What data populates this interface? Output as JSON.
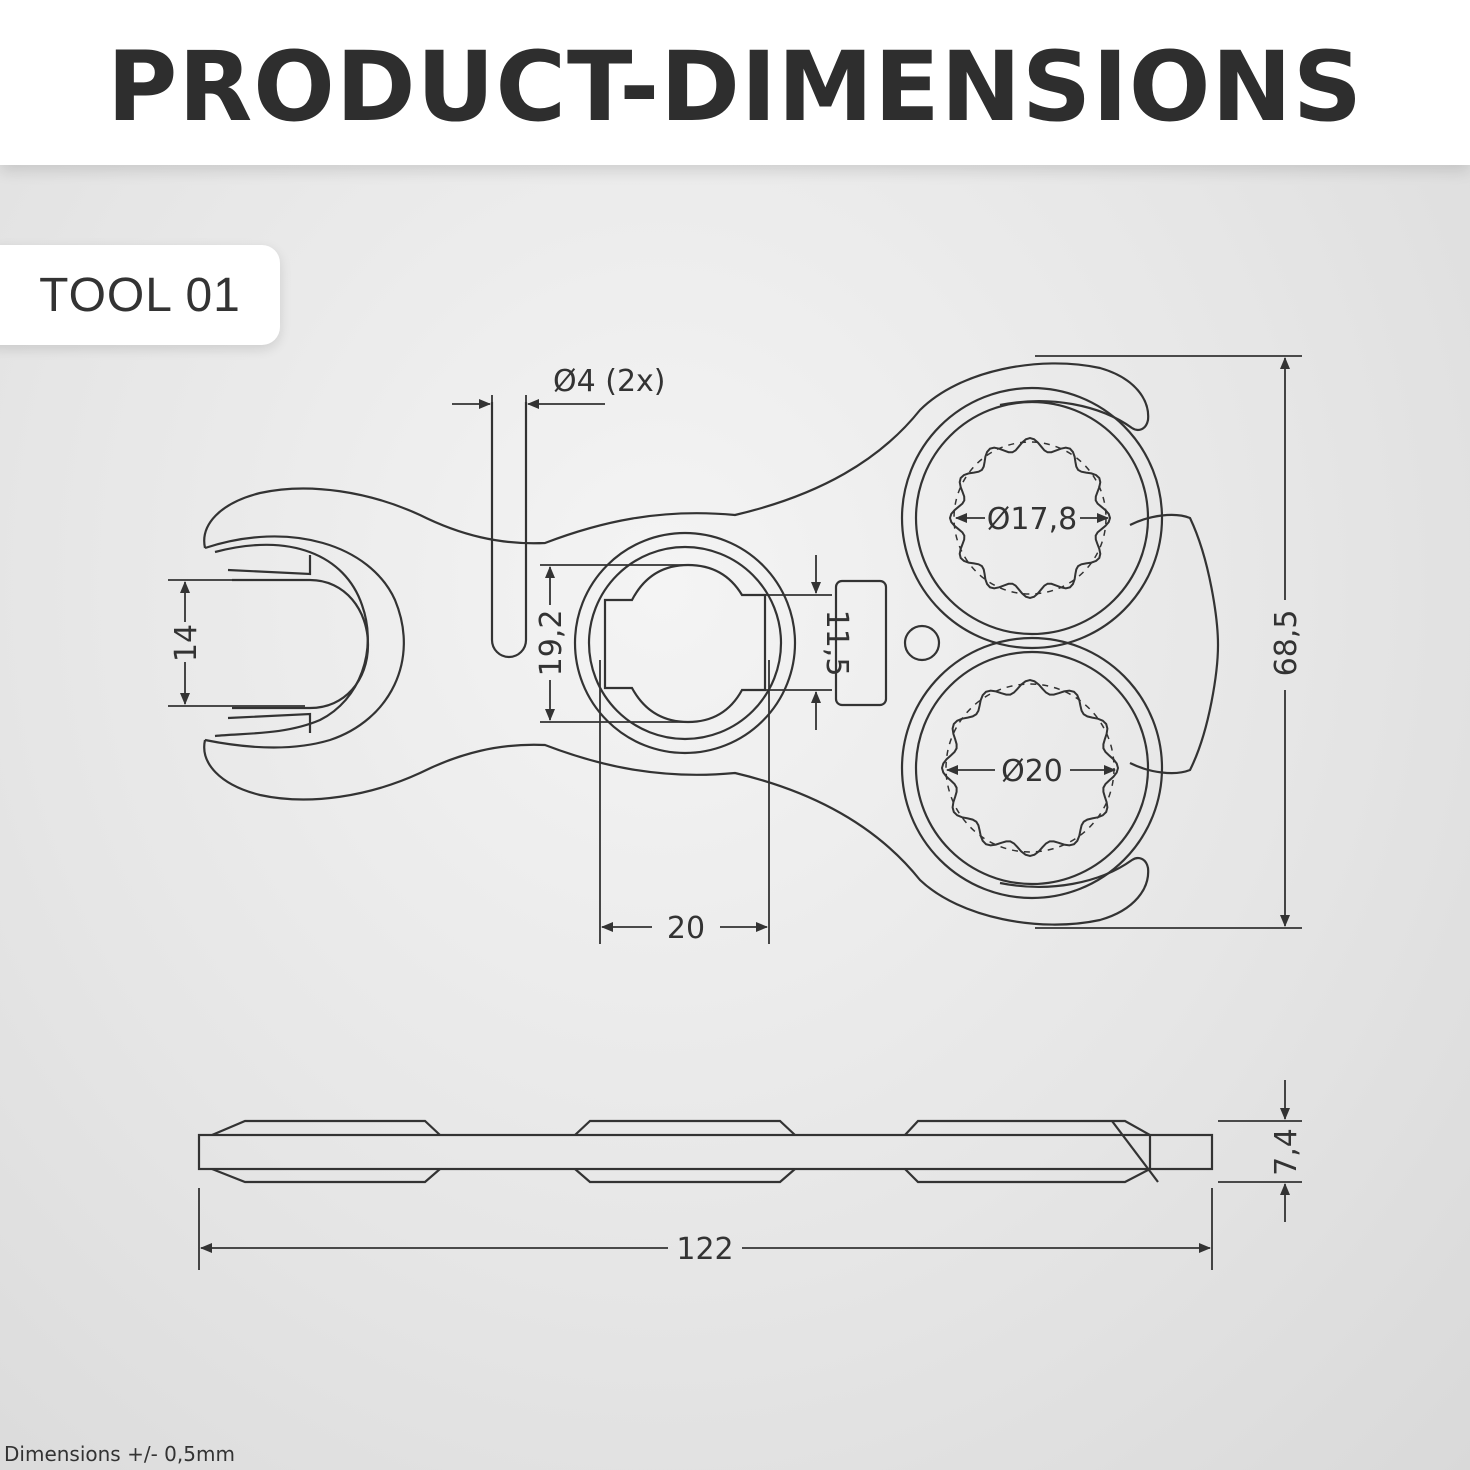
{
  "header": {
    "title": "PRODUCT-DIMENSIONS"
  },
  "tool": {
    "label": "TOOL 01"
  },
  "dimensions": {
    "hole_diameter": "Ø4 (2x)",
    "left_jaw_opening": "14",
    "center_ring_height": "19,2",
    "center_ring_width": "20",
    "slot_height": "11,5",
    "top_ring_diameter": "Ø17,8",
    "bottom_ring_diameter": "Ø20",
    "overall_height": "68,5",
    "overall_length": "122",
    "thickness": "7,4"
  },
  "footer": {
    "tolerance_note": "Dimensions +/- 0,5mm"
  },
  "colors": {
    "line": "#333333",
    "title": "#2e2e2e",
    "panel": "#ffffff"
  }
}
